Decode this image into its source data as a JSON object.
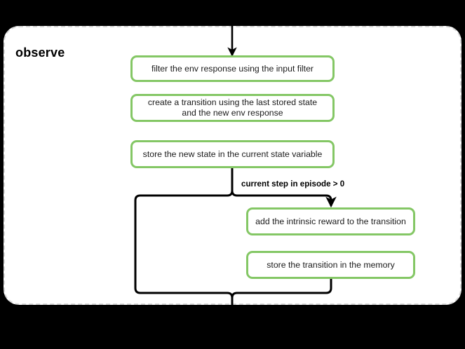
{
  "diagram": {
    "type": "flowchart",
    "title": "observe",
    "background_color": "#000000",
    "scope_fill": "#ffffff",
    "scope_border_color": "#d8d8d8",
    "node_border_color": "#84c765",
    "edge_color": "#000000",
    "nodes": [
      {
        "id": "filter_env",
        "label": "filter the env response using the input filter"
      },
      {
        "id": "create_transition",
        "label": "create a transition using the last stored state and the new env response"
      },
      {
        "id": "store_state",
        "label": "store the new state in the current state variable"
      },
      {
        "id": "add_reward",
        "label": "add the intrinsic reward to the transition"
      },
      {
        "id": "store_transition",
        "label": "store the transition in the memory"
      }
    ],
    "edges": [
      {
        "id": "entry",
        "from": "outside-top",
        "to": "filter_env",
        "label": "",
        "arrow": true
      },
      {
        "id": "branch",
        "from": "store_state",
        "to": "add_reward",
        "label": "current step in episode > 0",
        "arrow": true
      },
      {
        "id": "bypass",
        "from": "store_state",
        "to": "merge",
        "label": "",
        "arrow": false
      },
      {
        "id": "return",
        "from": "store_transition",
        "to": "merge",
        "label": "",
        "arrow": false
      },
      {
        "id": "exit",
        "from": "merge",
        "to": "outside-bottom",
        "label": "",
        "arrow": false
      }
    ],
    "labels": {
      "condition": "current step in episode > 0"
    }
  }
}
